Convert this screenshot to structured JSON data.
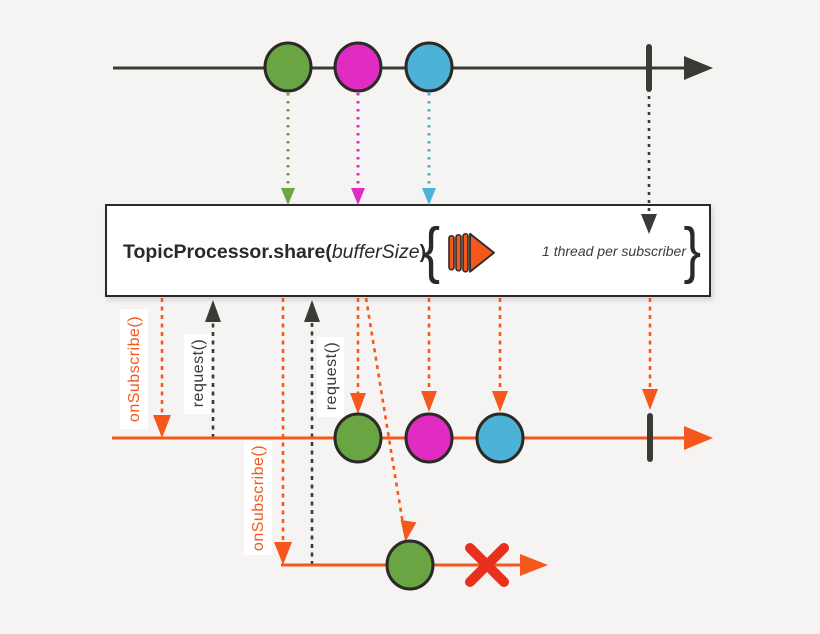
{
  "colors": {
    "background": "#f5f4f2",
    "line": "#3b3a37",
    "marble_border": "#2b2a27",
    "green": "#6aa543",
    "magenta": "#e12cc3",
    "blue": "#4cb2d8",
    "orange": "#f4581c",
    "red": "#e8301d",
    "box_bg": "#ffffff",
    "label_bg": "#ffffff"
  },
  "processor_box": {
    "title_prefix": "TopicProcessor.share(",
    "title_arg": "bufferSize",
    "title_suffix": ")",
    "brace_open": "{",
    "brace_close": "}",
    "note": "1 thread per subscriber",
    "icon": "parallel-stream-icon"
  },
  "labels": {
    "on_subscribe_1": "onSubscribe()",
    "request_1": "request()",
    "on_subscribe_2": "onSubscribe()",
    "request_2": "request()"
  },
  "timelines": {
    "source": {
      "marbles": [
        "green",
        "magenta",
        "blue"
      ],
      "terminal": "complete"
    },
    "subscriber_1": {
      "marbles": [
        "green",
        "magenta",
        "blue"
      ],
      "terminal": "complete"
    },
    "subscriber_2": {
      "marbles": [
        "green"
      ],
      "terminal": "error"
    }
  }
}
